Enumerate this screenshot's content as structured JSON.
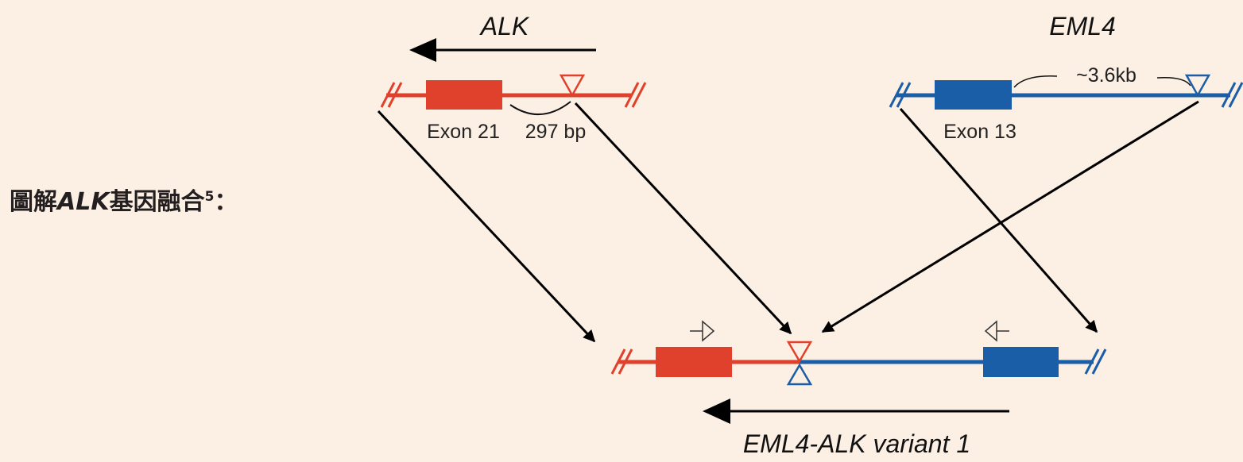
{
  "caption": {
    "prefix": "圖解",
    "gene": "ALK",
    "suffix": "基因融合",
    "ref": "5",
    "colon": "："
  },
  "genes": {
    "alk": {
      "name": "ALK",
      "exon_label": "Exon 21",
      "distance_label": "297 bp",
      "color": "#e0412c"
    },
    "eml4": {
      "name": "EML4",
      "exon_label": "Exon 13",
      "distance_label": "~3.6kb",
      "color": "#1b5ea8"
    }
  },
  "fusion": {
    "name": "EML4-ALK variant 1"
  },
  "arrow_color": "#000000"
}
